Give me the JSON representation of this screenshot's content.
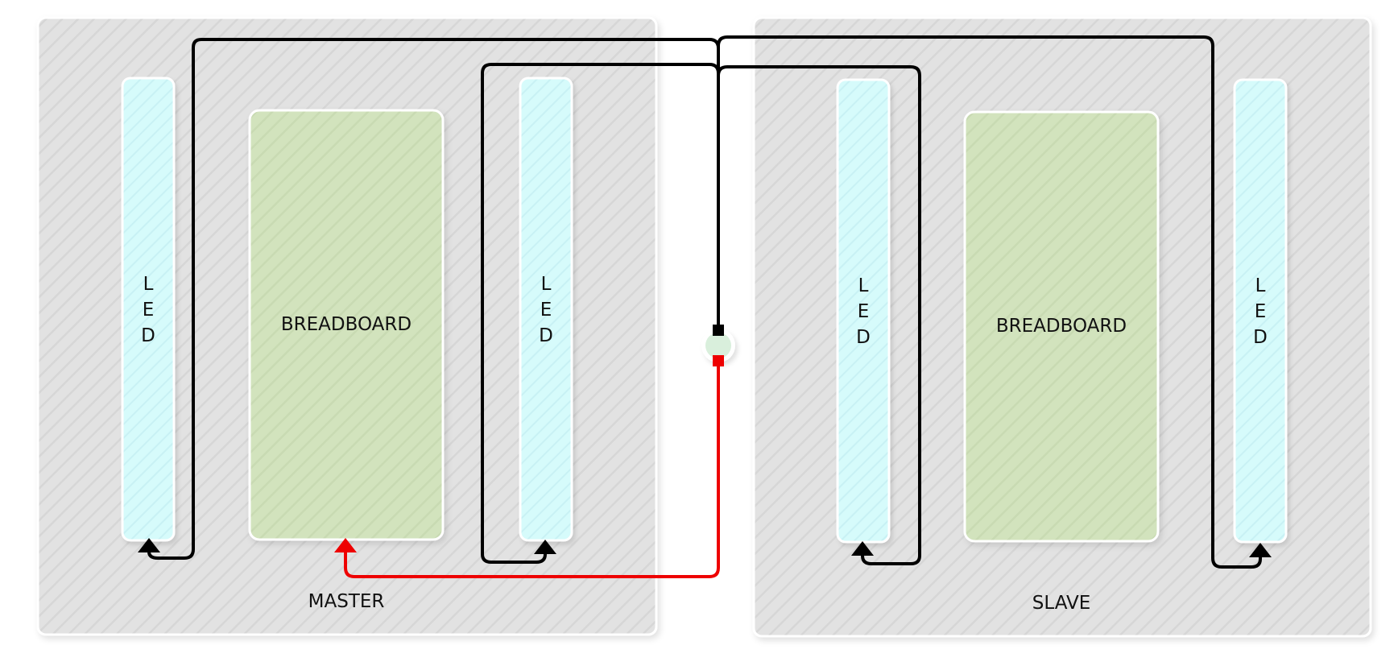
{
  "colors": {
    "panel_fill": "#e2e2e2",
    "panel_border": "#ffffff",
    "led_fill": "#d6fbfb",
    "breadboard_fill": "#d2e3bd",
    "connector_fill": "#d9efdc",
    "wire_black": "#000000",
    "wire_red": "#ee0000",
    "text": "#111111"
  },
  "panels": {
    "master": {
      "label": "MASTER",
      "breadboard_label": "BREADBOARD",
      "led_left_label": "LED",
      "led_right_label": "LED"
    },
    "slave": {
      "label": "SLAVE",
      "breadboard_label": "BREADBOARD",
      "led_left_label": "LED",
      "led_right_label": "LED"
    }
  },
  "connector": {
    "name": "power-connector"
  }
}
